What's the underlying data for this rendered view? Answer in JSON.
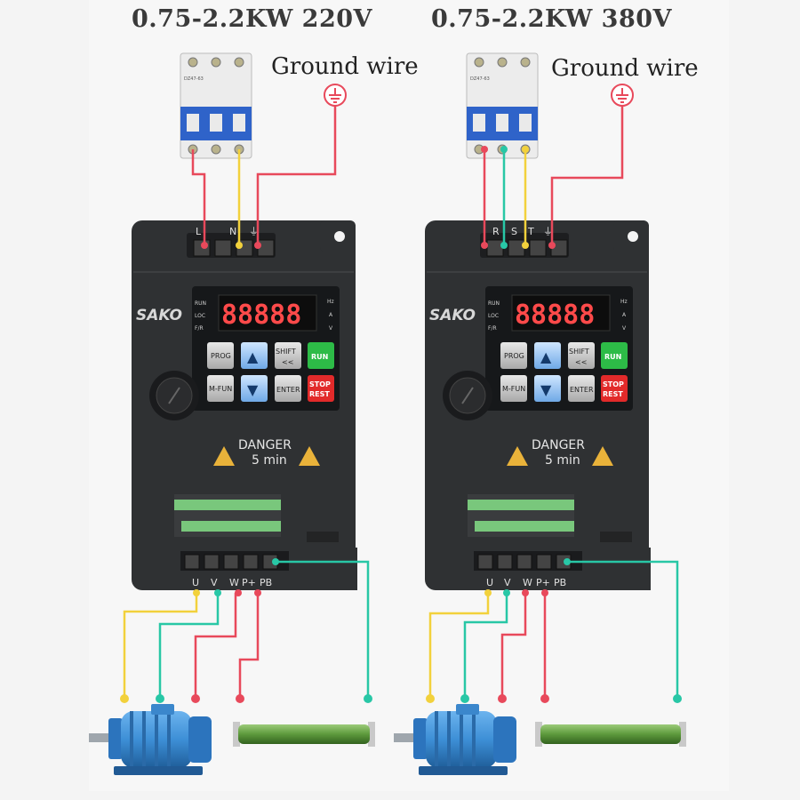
{
  "diagrams": [
    {
      "title": "0.75-2.2KW  220V",
      "ground_label": "Ground wire",
      "brand": "SAKO",
      "input_terminals": [
        "L",
        "N",
        "⏚"
      ],
      "output_terminals": [
        "U",
        "V",
        "W",
        "P+",
        "PB"
      ],
      "display": "88888",
      "status_leds": [
        "RUN",
        "LOC",
        "F/R"
      ],
      "unit_leds": [
        "Hz",
        "A",
        "V"
      ],
      "keys": {
        "prog": "PROG",
        "up": "▲",
        "shift": "SHIFT",
        "shift_sub": "<<",
        "run": "RUN",
        "mfun": "M-FUN",
        "down": "▼",
        "enter": "ENTER",
        "stop": "STOP",
        "stop_sub": "REST"
      },
      "danger": "DANGER",
      "danger_time": "5 min",
      "breaker_model": "DZ47-63"
    },
    {
      "title": "0.75-2.2KW  380V",
      "ground_label": "Ground wire",
      "brand": "SAKO",
      "input_terminals": [
        "R",
        "S",
        "T",
        "⏚"
      ],
      "output_terminals": [
        "U",
        "V",
        "W",
        "P+",
        "PB"
      ],
      "display": "88888",
      "status_leds": [
        "RUN",
        "LOC",
        "F/R"
      ],
      "unit_leds": [
        "Hz",
        "A",
        "V"
      ],
      "keys": {
        "prog": "PROG",
        "up": "▲",
        "shift": "SHIFT",
        "shift_sub": "<<",
        "run": "RUN",
        "mfun": "M-FUN",
        "down": "▼",
        "enter": "ENTER",
        "stop": "STOP",
        "stop_sub": "REST"
      },
      "danger": "DANGER",
      "danger_time": "5 min",
      "breaker_model": "DZ47-63"
    }
  ],
  "colors": {
    "red": "#e8495b",
    "yellow": "#f2d13c",
    "teal": "#28c7a6",
    "drive_body": "#2f3133",
    "keypad": "#16181a",
    "motor": "#3d8fd6",
    "resistor": "#5d9a3c"
  }
}
